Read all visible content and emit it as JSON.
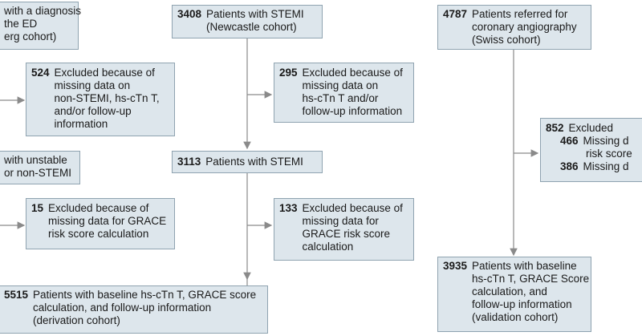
{
  "boxes": {
    "hamburg_top": {
      "lines": [
        "with a diagnosis",
        "the ED",
        "erg cohort)"
      ]
    },
    "hamburg_excl1": {
      "num": "524",
      "lines": [
        "Excluded because of",
        "missing data on",
        "non-STEMI, hs-cTn T,",
        "and/or follow-up",
        "information"
      ]
    },
    "hamburg_mid": {
      "lines": [
        "with unstable",
        "or non-STEMI"
      ]
    },
    "hamburg_excl2": {
      "num": "15",
      "lines": [
        "Excluded because of",
        "missing data for GRACE",
        "risk score calculation"
      ]
    },
    "derivation": {
      "num": "5515",
      "lines": [
        "Patients with baseline hs-cTn T, GRACE score",
        "calculation, and follow-up information",
        "(derivation cohort)"
      ]
    },
    "newcastle_top": {
      "num": "3408",
      "lines": [
        "Patients with STEMI",
        "(Newcastle cohort)"
      ]
    },
    "newcastle_excl1": {
      "num": "295",
      "lines": [
        "Excluded because of",
        "missing data on",
        "hs-cTn T and/or",
        "follow-up information"
      ]
    },
    "newcastle_mid": {
      "num": "3113",
      "lines": [
        "Patients with STEMI"
      ]
    },
    "newcastle_excl2": {
      "num": "133",
      "lines": [
        "Excluded because of",
        "missing data for",
        "GRACE risk score",
        "calculation"
      ]
    },
    "swiss_top": {
      "num": "4787",
      "lines": [
        "Patients referred for",
        "coronary angiography",
        "(Swiss cohort)"
      ]
    },
    "swiss_excl": {
      "num": "852",
      "title": "Excluded",
      "subs": [
        {
          "num": "466",
          "text": "Missing d"
        },
        {
          "num": "",
          "text": "risk score"
        },
        {
          "num": "386",
          "text": "Missing d"
        }
      ]
    },
    "validation": {
      "num": "3935",
      "lines": [
        "Patients with baseline",
        "hs-cTn T, GRACE Score",
        "calculation, and",
        "follow-up information",
        "(validation cohort)"
      ]
    }
  }
}
